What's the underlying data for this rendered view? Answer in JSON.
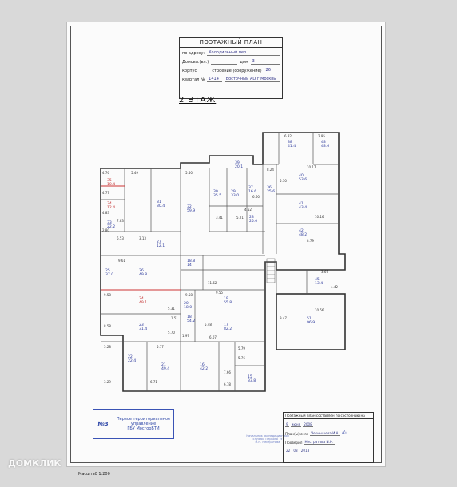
{
  "title_block": {
    "title": "ПОЭТАЖНЫЙ ПЛАН",
    "address_label": "по адресу:",
    "address_value": "Холодильный пер.",
    "house_label": "Домовл.(вл.)",
    "house_value": "",
    "house_num_label": "дом",
    "house_num_value": "3",
    "korpus_label": "корпус",
    "korpus_value": "",
    "building_label": "строение (сооружение)",
    "building_value": "26",
    "quarter_label": "квартал №",
    "quarter_value": "1414",
    "district_value": "Восточный АО г.Москвы"
  },
  "floor_label": "2 ЭТАЖ",
  "rooms": [
    {
      "num": "35",
      "area": "10.4",
      "red": true
    },
    {
      "num": "34",
      "area": "12.4",
      "red": true
    },
    {
      "num": "33",
      "area": "22.2",
      "red": false
    },
    {
      "num": "32",
      "area": "59.9",
      "red": false
    },
    {
      "num": "31",
      "area": "30.4",
      "red": false
    },
    {
      "num": "30",
      "area": "35.5",
      "red": false
    },
    {
      "num": "29",
      "area": "33.0",
      "red": false
    },
    {
      "num": "28",
      "area": "25.0",
      "red": false
    },
    {
      "num": "27",
      "area": "12.1",
      "red": false
    },
    {
      "num": "26",
      "area": "49.8",
      "red": false
    },
    {
      "num": "25",
      "area": "37.0",
      "red": false
    },
    {
      "num": "24",
      "area": "49.1",
      "red": true
    },
    {
      "num": "23",
      "area": "31.4",
      "red": false
    },
    {
      "num": "22",
      "area": "22.4",
      "red": false
    },
    {
      "num": "21",
      "area": "49.4",
      "red": false
    },
    {
      "num": "20",
      "area": "18.0",
      "red": false
    },
    {
      "num": "19",
      "area": "55.8",
      "red": false
    },
    {
      "num": "18",
      "area": "54.2",
      "red": false
    },
    {
      "num": "17",
      "area": "82.2",
      "red": false
    },
    {
      "num": "16",
      "area": "42.2",
      "red": false
    },
    {
      "num": "15",
      "area": "33.8",
      "red": false
    },
    {
      "num": "14",
      "area": "18.8",
      "red": false
    },
    {
      "num": "40",
      "area": "53.6",
      "red": false
    },
    {
      "num": "41",
      "area": "43.4",
      "red": false
    },
    {
      "num": "42",
      "area": "48.2",
      "red": false
    },
    {
      "num": "39",
      "area": "20.1",
      "red": false
    },
    {
      "num": "38",
      "area": "41.4",
      "red": false
    },
    {
      "num": "37",
      "area": "16.6",
      "red": false
    },
    {
      "num": "36",
      "area": "25.6",
      "red": false
    },
    {
      "num": "43",
      "area": "43.6",
      "red": false
    },
    {
      "num": "51",
      "area": "96.9",
      "red": false
    },
    {
      "num": "45",
      "area": "13.4",
      "red": false
    }
  ],
  "dims": [
    "4.76",
    "5.49",
    "5.50",
    "4.77",
    "4.83",
    "7.83",
    "2.80",
    "6.53",
    "3.13",
    "9.61",
    "9.58",
    "8.58",
    "5.28",
    "3.29",
    "6.71",
    "5.77",
    "5.31",
    "9.55",
    "5.70",
    "1.51",
    "1.97",
    "9.58",
    "11.62",
    "9.47",
    "10.56",
    "10.17",
    "10.16",
    "8.24",
    "6.82",
    "2.95",
    "5.30",
    "4.52",
    "3.41",
    "5.21",
    "6.60",
    "8.79",
    "6.78",
    "5.48",
    "6.07",
    "5.79",
    "5.76",
    "7.66",
    "4.42",
    "3.67"
  ],
  "stamp": {
    "number": "№3",
    "line1": "Первое территориальное",
    "line2": "управление",
    "line3": "ГБУ МосгорБТИ"
  },
  "sign_block": {
    "head": "Поэтажный план составлен по состоянию на",
    "date_day": "9",
    "date_month": "июня",
    "date_year": "2008",
    "plan_label": "План(ы) снял",
    "plan_person": "Чернышева И.А.",
    "check_label": "Проверил",
    "check_person": "Нестратова И.Н.",
    "issued_day": "22",
    "issued_month": "03",
    "issued_year": "2018"
  },
  "blue_seal": {
    "line1": "Начальник экспедиционной",
    "line2": "службы Первого ТУ",
    "line3": "И.Н. Нестратова"
  },
  "scale": "Масштаб 1:200",
  "watermark": "ДОМКЛИК"
}
